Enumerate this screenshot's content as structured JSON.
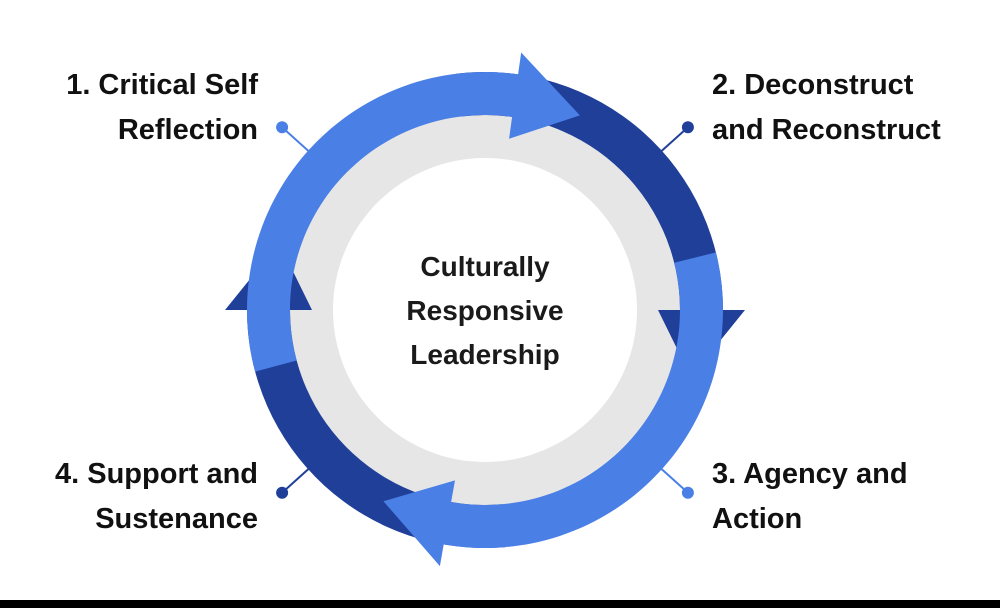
{
  "center": {
    "title_lines": [
      "Culturally",
      "Responsive",
      "Leadership"
    ]
  },
  "stages": [
    {
      "id": 1,
      "lines": [
        "1. Critical Self",
        "Reflection"
      ]
    },
    {
      "id": 2,
      "lines": [
        "2. Deconstruct",
        "and Reconstruct"
      ]
    },
    {
      "id": 3,
      "lines": [
        "3. Agency and",
        "Action"
      ]
    },
    {
      "id": 4,
      "lines": [
        "4. Support and",
        "Sustenance"
      ]
    }
  ],
  "colors": {
    "light_blue": "#4a7fe6",
    "dark_blue": "#1f3f99",
    "inner_ring": "#e6e6e6",
    "center_fill": "#ffffff",
    "page_background": "#ffffff",
    "bottom_strip": "#000000"
  },
  "arc_colors": [
    "light_blue",
    "dark_blue",
    "light_blue",
    "dark_blue"
  ],
  "connector_colors": [
    "light_blue",
    "dark_blue",
    "light_blue",
    "dark_blue"
  ]
}
